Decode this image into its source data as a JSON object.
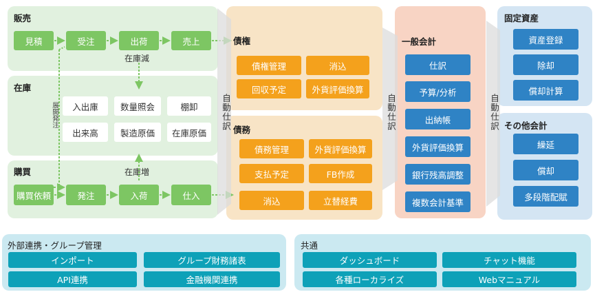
{
  "sales": {
    "title": "販売",
    "steps": [
      "見積",
      "受注",
      "出荷",
      "売上"
    ],
    "note": "在庫減"
  },
  "inventory": {
    "title": "在庫",
    "items": [
      "入出庫",
      "数量照会",
      "棚卸",
      "出来高",
      "製造原価",
      "在庫原価"
    ],
    "side_label": "展開発注"
  },
  "purchase": {
    "title": "購買",
    "steps": [
      "購買依頼",
      "発注",
      "入荷",
      "仕入"
    ],
    "note": "在庫増"
  },
  "receivables": {
    "title": "債権",
    "items": [
      "債権管理",
      "消込",
      "回収予定",
      "外貨評価換算"
    ]
  },
  "payables": {
    "title": "債務",
    "items": [
      "債務管理",
      "外貨評価換算",
      "支払予定",
      "FB作成",
      "消込",
      "立替経費"
    ]
  },
  "auto_journal_1": "自動仕訳",
  "auto_journal_2": "自動仕訳",
  "auto_journal_3": "自動仕訳",
  "general_ledger": {
    "title": "一般会計",
    "items": [
      "仕訳",
      "予算/分析",
      "出納帳",
      "外貨評価換算",
      "銀行残高調整",
      "複数会計基準"
    ]
  },
  "fixed_assets": {
    "title": "固定資産",
    "items": [
      "資産登録",
      "除却",
      "償却計算"
    ]
  },
  "other_accounting": {
    "title": "その他会計",
    "items": [
      "繰延",
      "償却",
      "多段階配賦"
    ]
  },
  "external": {
    "title": "外部連携・グループ管理",
    "items": [
      "インポート",
      "グループ財務諸表",
      "API連携",
      "金融機関連携"
    ]
  },
  "common": {
    "title": "共通",
    "items": [
      "ダッシュボード",
      "チャット機能",
      "各種ローカライズ",
      "Webマニュアル"
    ]
  },
  "colors": {
    "green": "#7dc663",
    "orange": "#f4a11c",
    "blue": "#2f83c5",
    "teal": "#0ea1b8"
  }
}
